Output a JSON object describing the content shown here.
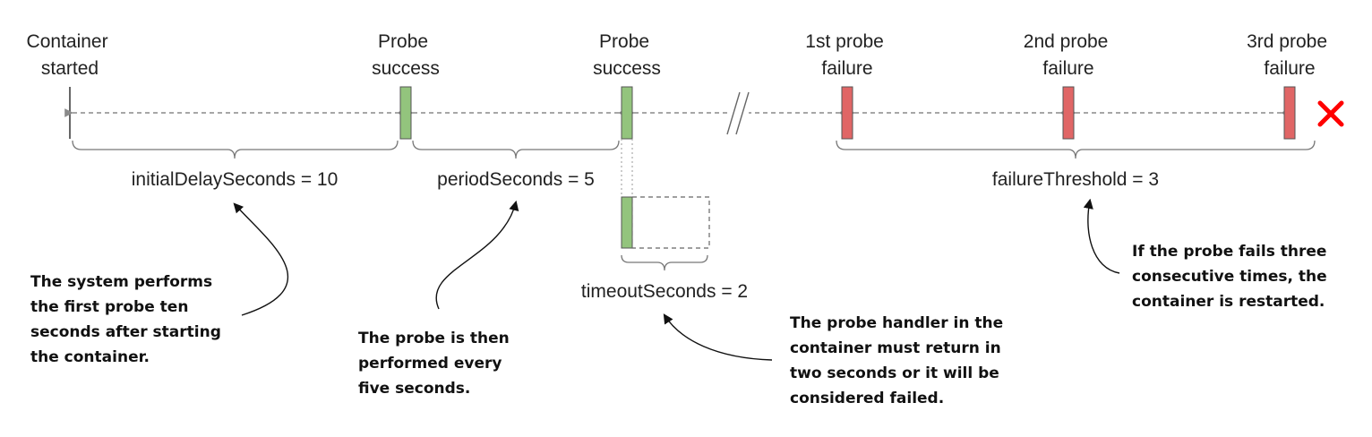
{
  "events": {
    "container_started": [
      "Container",
      "started"
    ],
    "probe_success_1": [
      "Probe",
      "success"
    ],
    "probe_success_2": [
      "Probe",
      "success"
    ],
    "failure_1": [
      "1st probe",
      "failure"
    ],
    "failure_2": [
      "2nd probe",
      "failure"
    ],
    "failure_3": [
      "3rd probe",
      "failure"
    ]
  },
  "parameters": {
    "initial_delay": "initialDelaySeconds = 10",
    "period": "periodSeconds = 5",
    "timeout": "timeoutSeconds = 2",
    "failure_threshold": "failureThreshold = 3"
  },
  "notes": {
    "initial_delay": [
      "The system performs",
      "the first probe ten",
      "seconds after starting",
      "the container."
    ],
    "period": [
      "The probe is then",
      "performed every",
      "five seconds."
    ],
    "timeout": [
      "The probe handler in the",
      "container must return in",
      "two seconds or it will be",
      "considered failed."
    ],
    "failure_threshold": [
      "If the probe fails three",
      "consecutive times, the",
      "container is restarted."
    ]
  },
  "icons": {
    "restart": "red-x-icon"
  },
  "colors": {
    "success": "#93c47d",
    "failure": "#e06666",
    "restart_x": "#ff0000"
  }
}
